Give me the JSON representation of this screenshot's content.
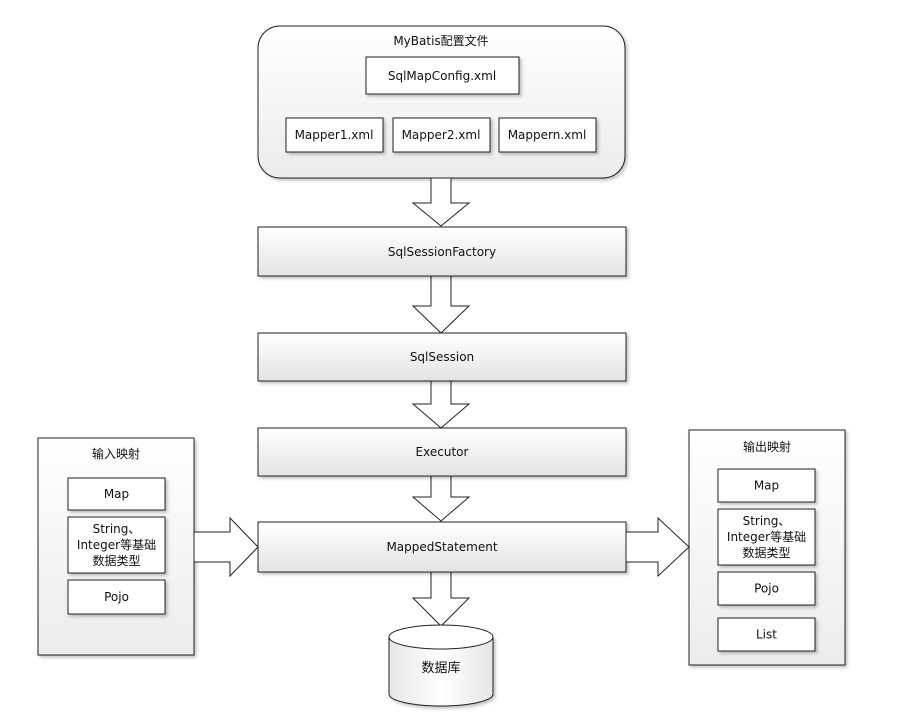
{
  "config": {
    "title": "MyBatis配置文件",
    "main_file": "SqlMapConfig.xml",
    "mappers": [
      "Mapper1.xml",
      "Mapper2.xml",
      "Mappern.xml"
    ]
  },
  "flow": {
    "factory": "SqlSessionFactory",
    "session": "SqlSession",
    "executor": "Executor",
    "mapped_statement": "MappedStatement"
  },
  "database": {
    "label": "数据库"
  },
  "input_mapping": {
    "title": "输入映射",
    "items": [
      [
        "Map"
      ],
      [
        "String、",
        "Integer等基础",
        "数据类型"
      ],
      [
        "Pojo"
      ]
    ]
  },
  "output_mapping": {
    "title": "输出映射",
    "items": [
      [
        "Map"
      ],
      [
        "String、",
        "Integer等基础",
        "数据类型"
      ],
      [
        "Pojo"
      ],
      [
        "List"
      ]
    ]
  }
}
